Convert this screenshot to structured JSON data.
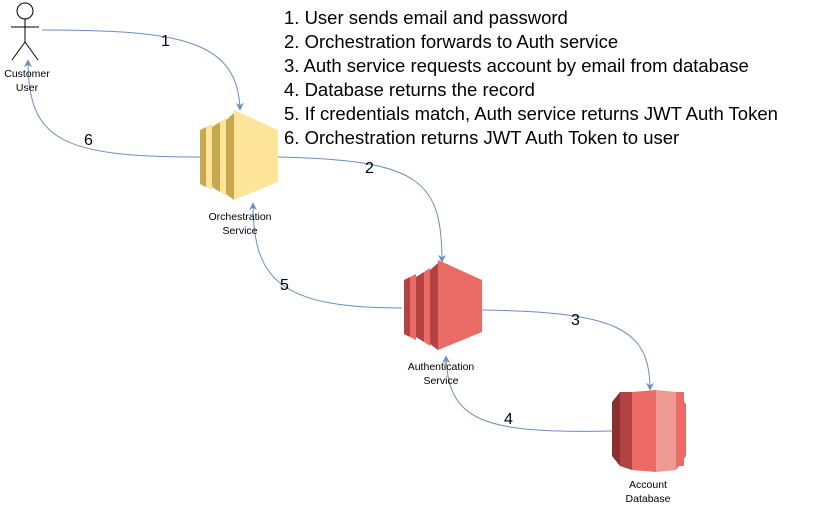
{
  "steps": [
    "1. User sends email and password",
    "2. Orchestration forwards to Auth service",
    "3. Auth service requests account by email from database",
    "4. Database returns the record",
    "5. If credentials match, Auth service returns JWT Auth Token",
    "6. Orchestration returns JWT Auth Token to user"
  ],
  "nodes": {
    "customer": {
      "line1": "Customer",
      "line2": "User"
    },
    "orchestration": {
      "line1": "Orchestration",
      "line2": "Service",
      "color": "#FFE599"
    },
    "authentication": {
      "line1": "Authentication",
      "line2": "Service",
      "color": "#EA6B66"
    },
    "database": {
      "line1": "Account",
      "line2": "Database",
      "color": "#EA6B66"
    }
  },
  "edges": [
    {
      "from": "customer",
      "to": "orchestration",
      "label": "1"
    },
    {
      "from": "orchestration",
      "to": "authentication",
      "label": "2"
    },
    {
      "from": "authentication",
      "to": "database",
      "label": "3"
    },
    {
      "from": "database",
      "to": "authentication",
      "label": "4"
    },
    {
      "from": "authentication",
      "to": "orchestration",
      "label": "5"
    },
    {
      "from": "orchestration",
      "to": "customer",
      "label": "6"
    }
  ],
  "colors": {
    "edge": "#6C8EBF"
  }
}
